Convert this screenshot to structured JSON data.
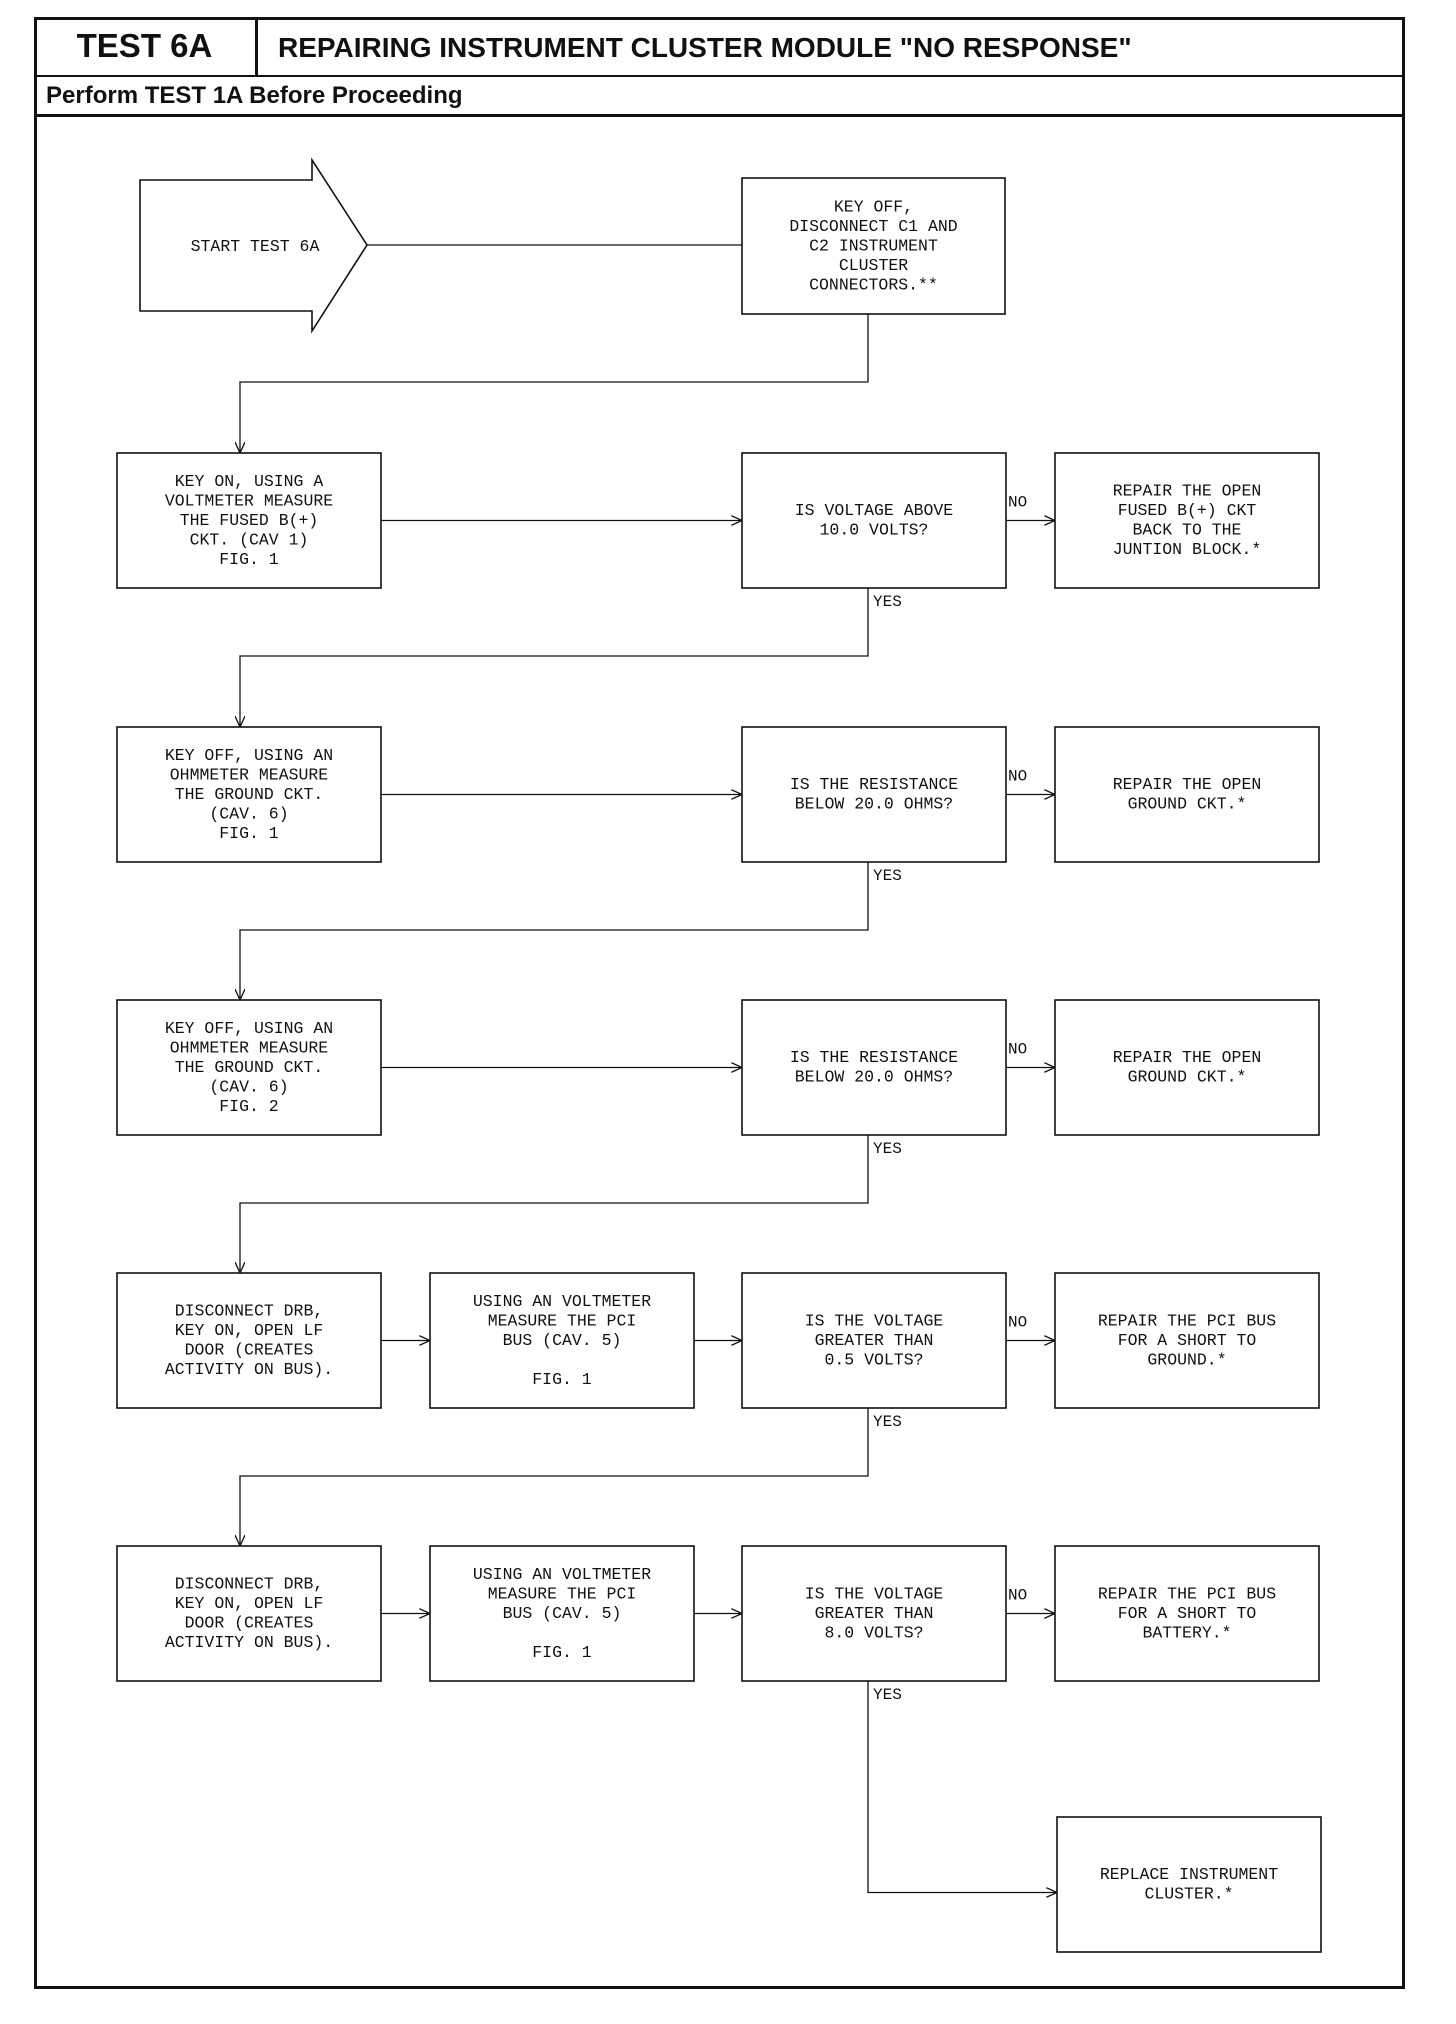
{
  "header": {
    "test_id": "TEST 6A",
    "title": "REPAIRING INSTRUMENT CLUSTER MODULE \"NO RESPONSE\"",
    "prerequisite": "Perform TEST 1A Before Proceeding"
  },
  "start": {
    "label": "START TEST 6A"
  },
  "steps": {
    "disconnect_connectors": [
      "KEY OFF,",
      "DISCONNECT C1 AND",
      "C2 INSTRUMENT",
      "CLUSTER",
      "CONNECTORS.**"
    ],
    "measure_fused_b": [
      "KEY ON, USING A",
      "VOLTMETER MEASURE",
      "THE FUSED B(+)",
      "CKT. (CAV 1)",
      "FIG. 1"
    ],
    "q_voltage_above_10": [
      "IS VOLTAGE ABOVE",
      "10.0 VOLTS?"
    ],
    "repair_fused_b": [
      "REPAIR THE OPEN",
      "FUSED B(+) CKT",
      "BACK TO THE",
      "JUNTION BLOCK.*"
    ],
    "measure_ground_fig1": [
      "KEY OFF, USING AN",
      "OHMMETER MEASURE",
      "THE GROUND CKT.",
      "(CAV. 6)",
      "FIG. 1"
    ],
    "q_resistance_1": [
      "IS THE RESISTANCE",
      "BELOW 20.0 OHMS?"
    ],
    "repair_ground_1": [
      "REPAIR THE OPEN",
      "GROUND CKT.*"
    ],
    "measure_ground_fig2": [
      "KEY OFF, USING AN",
      "OHMMETER MEASURE",
      "THE GROUND CKT.",
      "(CAV. 6)",
      "FIG. 2"
    ],
    "q_resistance_2": [
      "IS THE RESISTANCE",
      "BELOW 20.0 OHMS?"
    ],
    "repair_ground_2": [
      "REPAIR THE OPEN",
      "GROUND CKT.*"
    ],
    "disconnect_drb_1": [
      "DISCONNECT DRB,",
      "KEY ON, OPEN LF",
      "DOOR (CREATES",
      "ACTIVITY ON BUS)."
    ],
    "measure_pci_1": [
      "USING AN VOLTMETER",
      "MEASURE THE PCI",
      "BUS (CAV. 5)",
      "",
      "FIG. 1"
    ],
    "q_voltage_05": [
      "IS THE VOLTAGE",
      "GREATER THAN",
      "0.5 VOLTS?"
    ],
    "repair_pci_ground": [
      "REPAIR THE PCI BUS",
      "FOR A SHORT TO",
      "GROUND.*"
    ],
    "disconnect_drb_2": [
      "DISCONNECT DRB,",
      "KEY ON, OPEN LF",
      "DOOR (CREATES",
      "ACTIVITY ON BUS)."
    ],
    "measure_pci_2": [
      "USING AN VOLTMETER",
      "MEASURE THE PCI",
      "BUS (CAV. 5)",
      "",
      "FIG. 1"
    ],
    "q_voltage_8": [
      "IS THE VOLTAGE",
      "GREATER THAN",
      "8.0 VOLTS?"
    ],
    "repair_pci_battery": [
      "REPAIR THE PCI BUS",
      "FOR A SHORT TO",
      "BATTERY.*"
    ],
    "replace_cluster": [
      "REPLACE INSTRUMENT",
      "CLUSTER.*"
    ]
  },
  "labels": {
    "yes": "YES",
    "no": "NO"
  }
}
